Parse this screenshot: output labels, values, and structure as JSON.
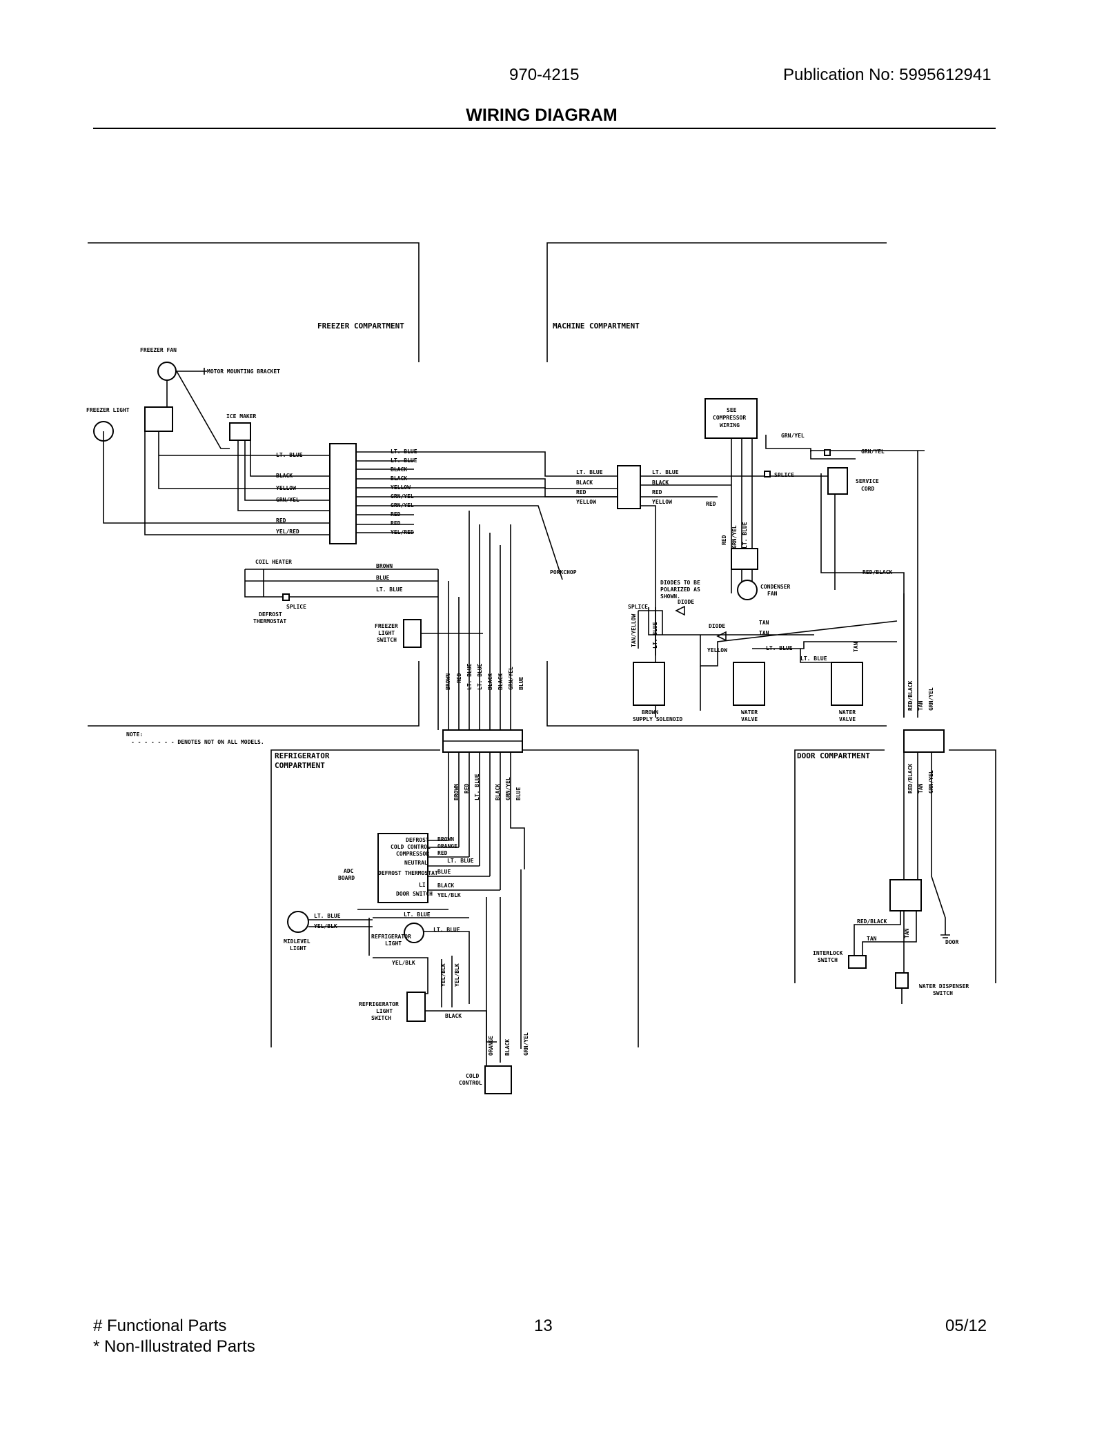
{
  "header": {
    "model": "970-4215",
    "publication": "Publication No:  5995612941",
    "title": "WIRING DIAGRAM"
  },
  "sections": {
    "freezer": "FREEZER COMPARTMENT",
    "machine": "MACHINE COMPARTMENT",
    "refrigerator_1": "REFRIGERATOR",
    "refrigerator_2": "COMPARTMENT",
    "door": "DOOR COMPARTMENT"
  },
  "note": {
    "label": "NOTE:",
    "text": "- - - - - - - DENOTES NOT ON ALL MODELS."
  },
  "components": {
    "freezer_fan": "FREEZER FAN",
    "motor_bracket": "MOTOR MOUNTING BRACKET",
    "freezer_light": "FREEZER LIGHT",
    "ice_maker": "ICE MAKER",
    "coil_heater": "COIL HEATER",
    "splice_1": "SPLICE",
    "defrost_thermostat_1": "DEFROST",
    "defrost_thermostat_2": "THERMOSTAT",
    "freezer_light_switch_1": "FREEZER",
    "freezer_light_switch_2": "LIGHT",
    "freezer_light_switch_3": "SWITCH",
    "porkchop": "PORKCHOP",
    "see_compressor_1": "SEE",
    "see_compressor_2": "COMPRESSOR",
    "see_compressor_3": "WIRING",
    "splice_2": "SPLICE",
    "service_cord_1": "SERVICE",
    "service_cord_2": "CORD",
    "diodes_note_1": "DIODES TO BE",
    "diodes_note_2": "POLARIZED AS",
    "diodes_note_3": "SHOWN.",
    "splice_3": "SPLICE",
    "diode_1": "DIODE",
    "diode_2": "DIODE",
    "condenser_fan_1": "CONDENSER",
    "condenser_fan_2": "FAN",
    "supply_solenoid": "SUPPLY SOLENOID",
    "water_valve_1": "WATER",
    "water_valve_2": "VALVE",
    "water_valve_3": "WATER",
    "water_valve_4": "VALVE",
    "adc_board_1": "ADC",
    "adc_board_2": "BOARD",
    "defrost": "DEFROST",
    "cold_control_lbl": "COLD CONTROL",
    "compressor": "COMPRESSOR",
    "neutral": "NEUTRAL",
    "defrost_thermostat_3": "DEFROST THERMOSTAT",
    "li": "LI",
    "door_switch": "DOOR SWITCH",
    "midlevel_light_1": "MIDLEVEL",
    "midlevel_light_2": "LIGHT",
    "refrigerator_light_1": "REFRIGERATOR",
    "refrigerator_light_2": "LIGHT",
    "ref_light_switch_1": "REFRIGERATOR",
    "ref_light_switch_2": "LIGHT",
    "ref_light_switch_3": "SWITCH",
    "cold_control_1": "COLD",
    "cold_control_2": "CONTROL",
    "interlock_switch_1": "INTERLOCK",
    "interlock_switch_2": "SWITCH",
    "door": "DOOR",
    "water_dispenser_1": "WATER DISPENSER",
    "water_dispenser_2": "SWITCH"
  },
  "wires": {
    "lt_blue": "LT. BLUE",
    "black": "BLACK",
    "yellow": "YELLOW",
    "grn_yel": "GRN/YEL",
    "red": "RED",
    "yel_red": "YEL/RED",
    "brown": "BROWN",
    "blue": "BLUE",
    "orange": "ORANGE",
    "tan": "TAN",
    "red_black": "RED/BLACK",
    "tan_yellow": "TAN/YELLOW",
    "yel_blk": "YEL/BLK",
    "grn_yel_2": "GRN/YEL"
  },
  "footer": {
    "functional": "# Functional Parts",
    "non_illustrated": "* Non-Illustrated Parts",
    "page": "13",
    "date": "05/12"
  }
}
